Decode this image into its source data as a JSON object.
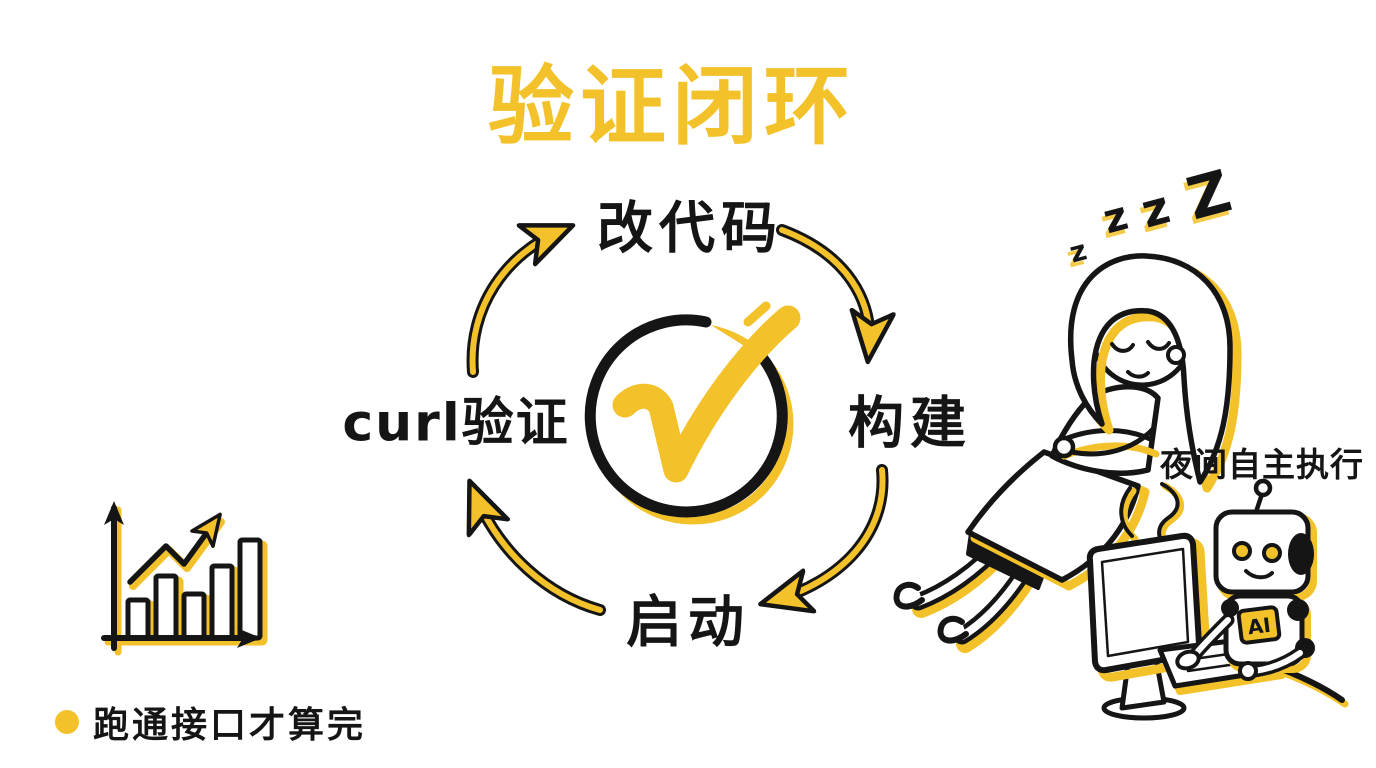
{
  "title": "验证闭环",
  "cycle": {
    "center_symbol": "checkmark",
    "steps": [
      {
        "position": "top",
        "label": "改代码"
      },
      {
        "position": "right",
        "label": "构建"
      },
      {
        "position": "bottom",
        "label": "启动"
      },
      {
        "position": "left",
        "label": "curl验证"
      }
    ]
  },
  "right_scene": {
    "sleep_zs": [
      "z",
      "z",
      "z",
      "Z"
    ],
    "annotation": "夜间自主执行",
    "robot_chest_label": "AI"
  },
  "footnote": {
    "text": "跑通接口才算完"
  },
  "doodle_chart": {
    "type": "bar",
    "bar_heights_rel": [
      38,
      62,
      44,
      72,
      98
    ],
    "trend": "rising-zigzag-arrow"
  },
  "colors": {
    "accent_yellow": "#F3C22B",
    "ink": "#151515",
    "background": "#FFFFFF"
  }
}
